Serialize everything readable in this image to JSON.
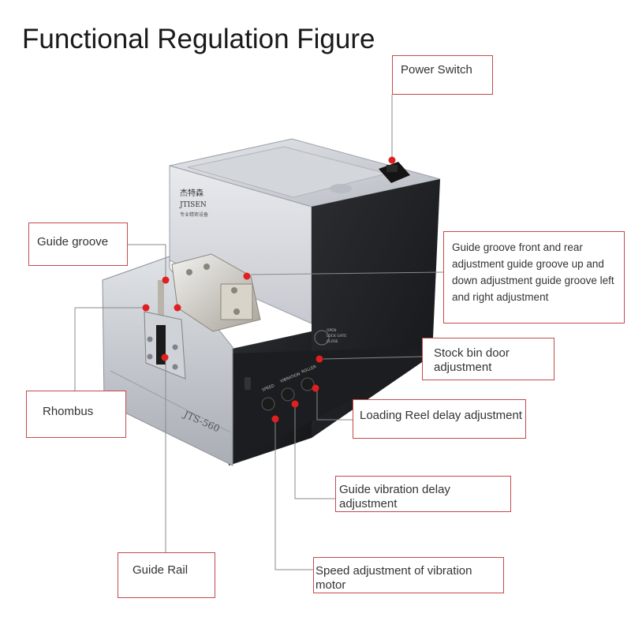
{
  "title": "Functional Regulation Figure",
  "device": {
    "brand_cn": "杰特森",
    "brand_en": "JTISEN",
    "brand_sub": "专业精密设备",
    "model": "JTS-560",
    "panel_labels": [
      "SPEED",
      "VIBRATION",
      "ROLLER"
    ],
    "door_labels": [
      "OPEN",
      "LOCK GATE",
      "CLOSE"
    ]
  },
  "labels": {
    "power_switch": "Power Switch",
    "guide_groove": "Guide groove",
    "guide_groove_adjustment": "Guide groove front and rear adjustment guide groove up and down adjustment guide groove left and right adjustment",
    "stock_bin_door": "Stock bin door adjustment",
    "rhombus": "Rhombus",
    "loading_reel": "Loading Reel delay adjustment",
    "guide_vibration": "Guide vibration delay adjustment",
    "guide_rail": "Guide Rail",
    "speed_adjustment": "Speed adjustment of vibration motor"
  },
  "colors": {
    "accent": "#e02020",
    "border": "#c44a4a"
  }
}
